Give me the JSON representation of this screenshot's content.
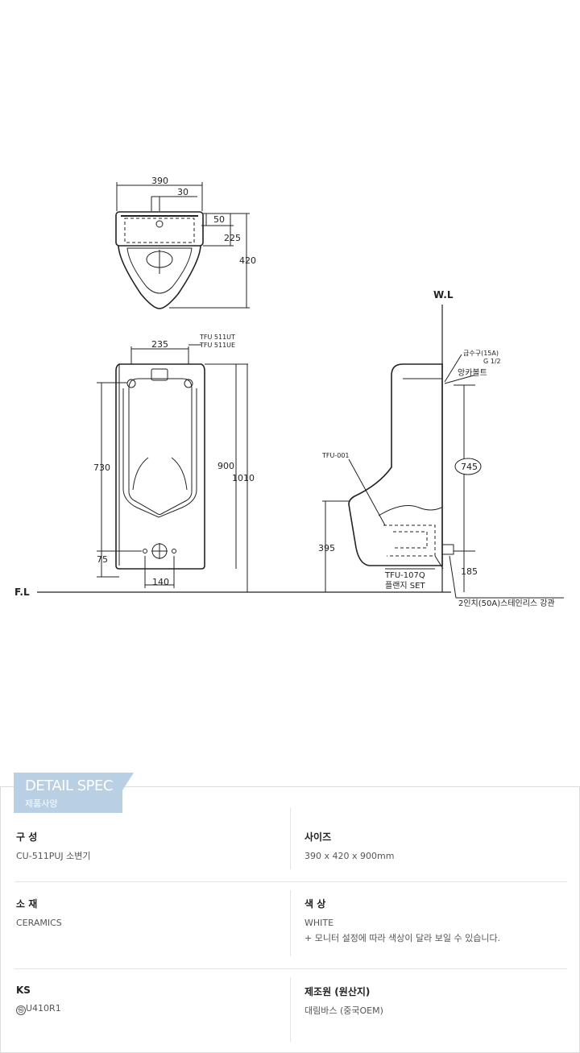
{
  "drawing": {
    "top_view": {
      "dim_width": "390",
      "dim_offset": "30",
      "dim_50": "50",
      "dim_225": "225",
      "dim_420": "420"
    },
    "front_view": {
      "dim_235": "235",
      "model_ut": "TFU 511UT",
      "model_ue": "TFU 511UE",
      "dim_730": "730",
      "dim_900": "900",
      "dim_1010": "1010",
      "dim_75": "75",
      "dim_140": "140"
    },
    "side_view": {
      "wl": "W.L",
      "water_supply": "급수구(15A)",
      "water_supply_size": "G 1/2",
      "anchor_bolt": "앙카볼트",
      "dim_745": "745",
      "part_tfu001": "TFU-001",
      "dim_395": "395",
      "dim_185": "185",
      "part_tfu107q": "TFU-107Q",
      "flange_set": "플랜지 SET",
      "pipe": "2인치(50A)스테인리스 강관"
    },
    "floor_line": "F.L"
  },
  "spec": {
    "title": "DETAIL SPEC",
    "subtitle": "제품사양",
    "items": [
      {
        "key": "구 성",
        "value": "CU-511PUJ 소변기"
      },
      {
        "key": "사이즈",
        "value": "390 x 420 x 900mm"
      },
      {
        "key": "소 재",
        "value": "CERAMICS"
      },
      {
        "key": "색 상",
        "value": "WHITE",
        "note": "+ 모니터 설정에 따라 색상이 달라 보일 수 있습니다."
      },
      {
        "key": "KS",
        "value": "U410R1"
      },
      {
        "key": "제조원 (원산지)",
        "value": "대림바스 (중국OEM)"
      }
    ]
  }
}
